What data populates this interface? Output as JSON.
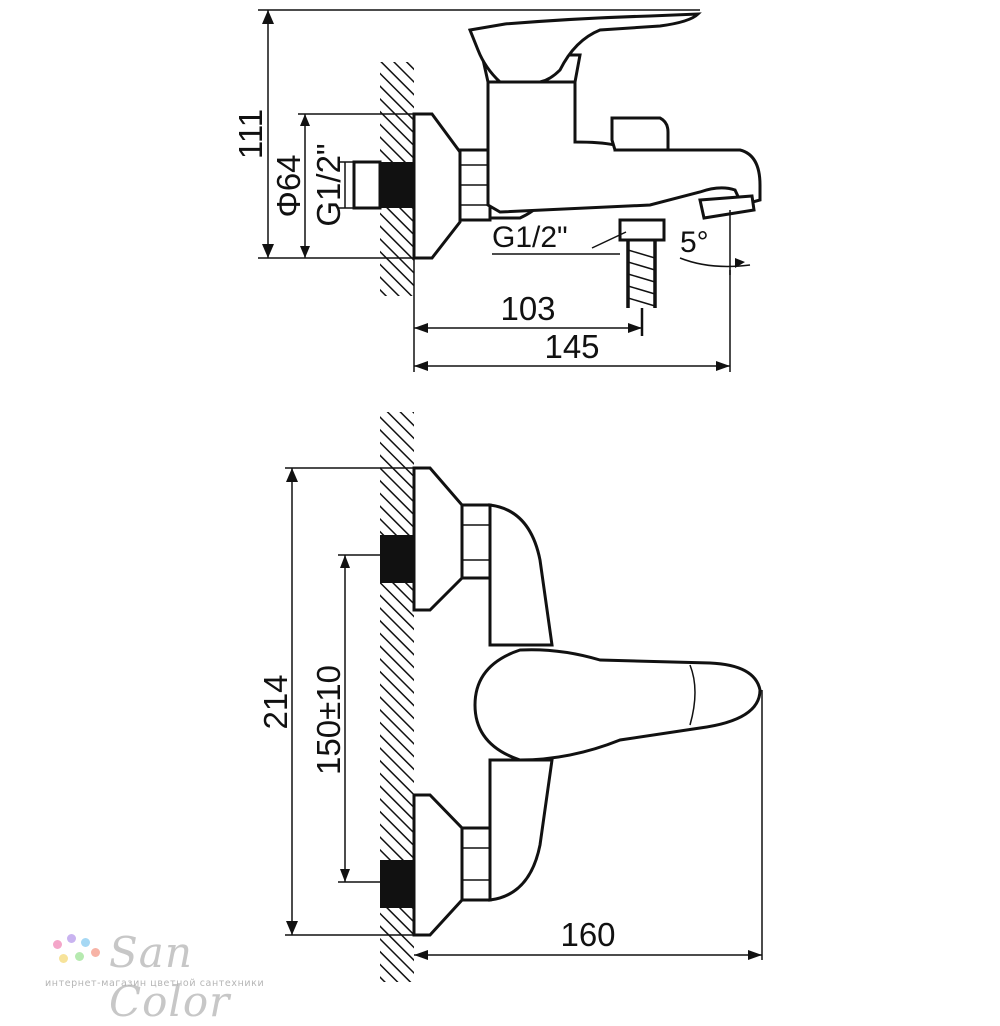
{
  "dimensions": {
    "height_top": "111",
    "diameter": "Φ64",
    "thread_left": "G1/2\"",
    "thread_bottom": "G1/2\"",
    "angle": "5°",
    "depth_body": "103",
    "depth_total": "145",
    "height_front": "214",
    "center_distance": "150±10",
    "handle_reach": "160"
  },
  "logo": {
    "name": "San Color",
    "tagline": "интернет-магазин цветной сантехники",
    "dot_colors": [
      "#f4a6c9",
      "#c9b3f0",
      "#a6d8f4",
      "#f7e39a",
      "#b6eab0",
      "#f7b3a6"
    ]
  }
}
